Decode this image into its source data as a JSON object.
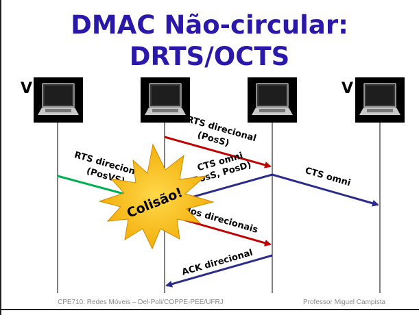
{
  "slide": {
    "title_line1": "DMAC Não-circular:",
    "title_line2": "DRTS/OCTS",
    "node_left": "V",
    "node_right": "V"
  },
  "labels": {
    "rts_dir_top": "RTS direcional",
    "rts_dir_top_pos": "(PosS)",
    "rts_dir_left": "RTS direcional",
    "rts_dir_left_pos": "(PosVS)",
    "cts_omni_center": "CTS omni",
    "cts_omni_center_pos": "(PosS, PosD)",
    "cts_omni_right": "CTS omni",
    "dados": "Dados direcionais",
    "ack": "ACK direcional",
    "collision": "Colisão!"
  },
  "footer": {
    "left": "CPE710: Redes Móveis – Del-Poli/COPPE-PEE/UFRJ",
    "right": "Professor Miguel Campista"
  },
  "colors": {
    "title": "#2a18a8",
    "red_arrow": "#c00000",
    "blue_arrow": "#2b2b8c",
    "green_arrow": "#00b050",
    "burst_fill": "#f5b400"
  }
}
